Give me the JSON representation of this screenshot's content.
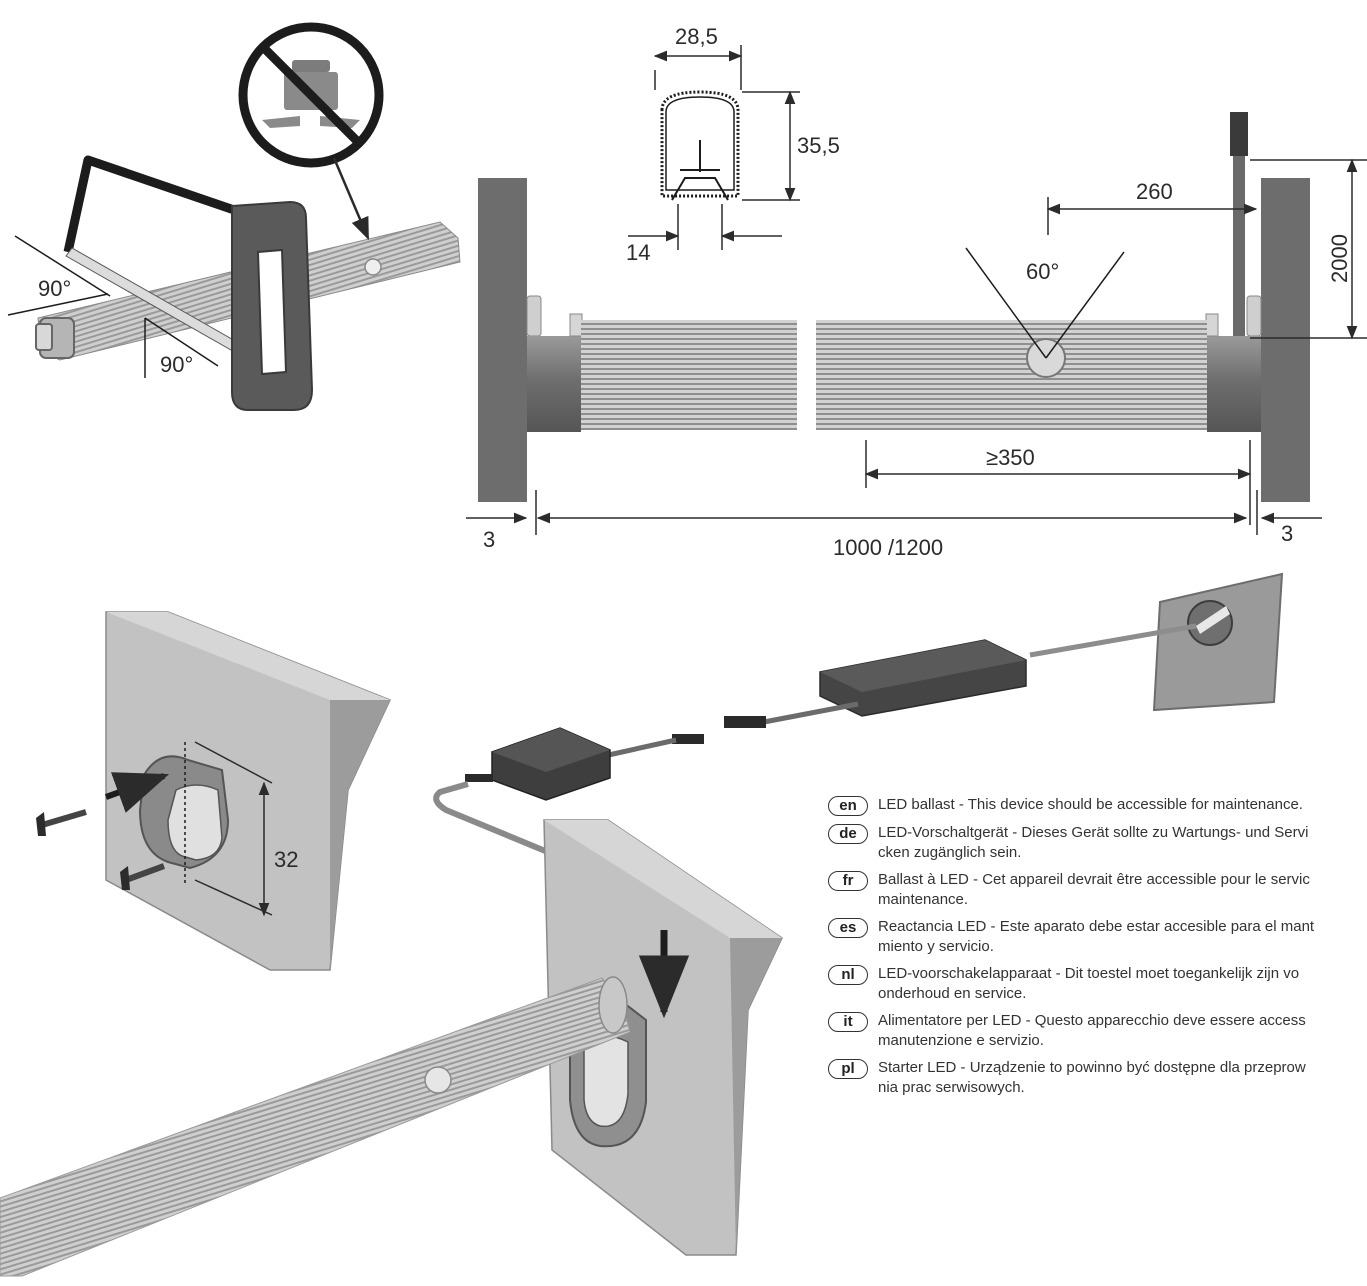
{
  "dimensions": {
    "profile_width": "28,5",
    "profile_height": "35,5",
    "profile_base": "14",
    "cut_angle_1": "90°",
    "cut_angle_2": "90°",
    "beam_angle": "60°",
    "cable_offset": "260",
    "cable_length": "2000",
    "min_distance": "≥350",
    "total_length": "1000 /1200",
    "gap_left": "3",
    "gap_right": "3",
    "clip_height": "32"
  },
  "legend": [
    {
      "code": "en",
      "text": "LED ballast - This device should be accessible for maintenance."
    },
    {
      "code": "de",
      "text": "LED-Vorschaltgerät - Dieses Gerät sollte zu Wartungs- und Servi\ncken zugänglich sein."
    },
    {
      "code": "fr",
      "text": "Ballast à LED - Cet appareil devrait être accessible pour le servic\nmaintenance."
    },
    {
      "code": "es",
      "text": "Reactancia LED - Este aparato debe estar accesible para el mant\nmiento y servicio."
    },
    {
      "code": "nl",
      "text": "LED-voorschakelapparaat - Dit toestel moet toegankelijk zijn vo\nonderhoud en service."
    },
    {
      "code": "it",
      "text": "Alimentatore per LED - Questo apparecchio deve essere access\nmanutenzione e servizio."
    },
    {
      "code": "pl",
      "text": "Starter LED - Urządzenie to powinno być dostępne dla przeprow\nnia prac serwisowych."
    }
  ],
  "colors": {
    "panel": "#6d6d6d",
    "tube": "#c3c3c3",
    "cap": "#8a8a8a",
    "bracket": "#b7b7b7"
  }
}
